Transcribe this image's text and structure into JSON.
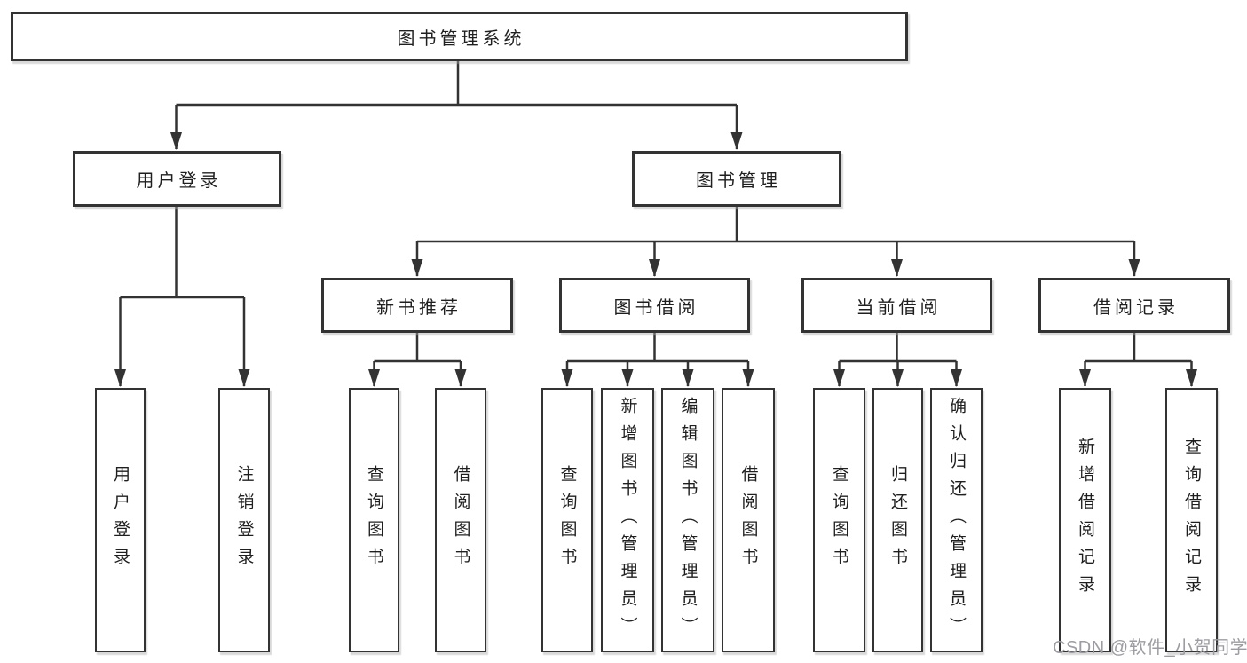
{
  "nodes": {
    "root": "图书管理系统",
    "user_login": "用户登录",
    "book_mgmt": "图书管理",
    "new_book_rec": "新书推荐",
    "book_borrow": "图书借阅",
    "current_borrow": "当前借阅",
    "borrow_records": "借阅记录",
    "leaf_user_login": "用户登录",
    "leaf_logout": "注销登录",
    "leaf_nb_query": "查询图书",
    "leaf_nb_borrow": "借阅图书",
    "leaf_bb_query": "查询图书",
    "leaf_bb_add": "新增图书（管理员）",
    "leaf_bb_edit": "编辑图书（管理员）",
    "leaf_bb_borrow": "借阅图书",
    "leaf_cb_query": "查询图书",
    "leaf_cb_return": "归还图书",
    "leaf_cb_confirm": "确认归还（管理员）",
    "leaf_br_add": "新增借阅记录",
    "leaf_br_query": "查询借阅记录"
  },
  "watermark": "CSDN @软件_小贺同学",
  "colors": {
    "line": "#333333",
    "box_border": "#333333",
    "text": "#1f1f1f",
    "watermark": "#9c9ca2",
    "background": "#ffffff"
  }
}
